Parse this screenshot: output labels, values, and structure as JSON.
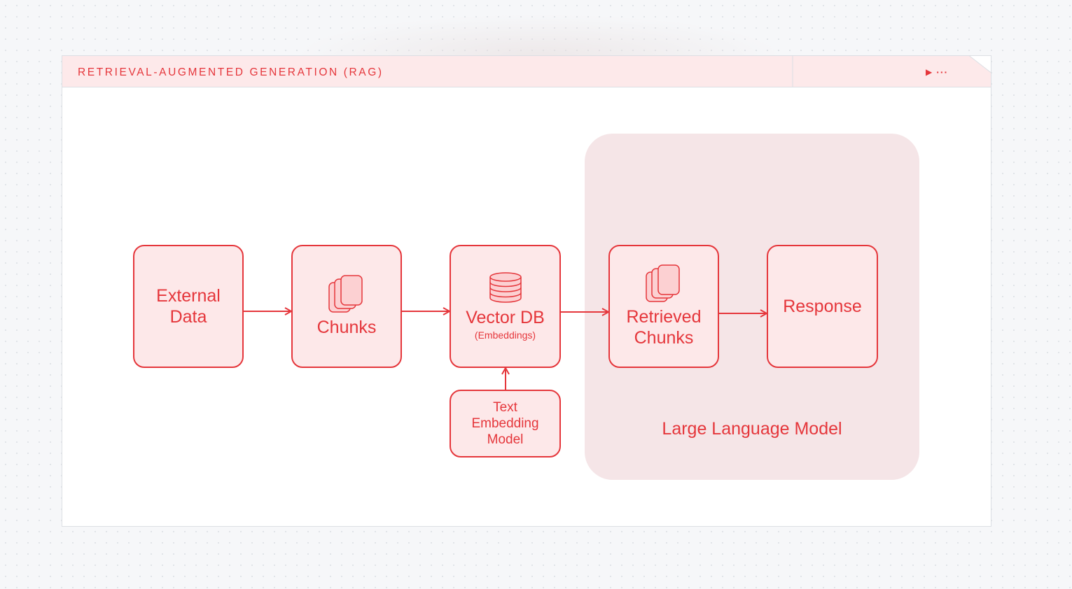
{
  "window": {
    "title": "RETRIEVAL-AUGMENTED GENERATION (RAG)",
    "controls": {
      "play_icon": "play-icon",
      "play_glyph": "▶",
      "more_icon": "more-icon",
      "more_glyph": "···"
    }
  },
  "colors": {
    "accent": "#e5363b",
    "node_fill": "#fde8e9",
    "group_fill": "#f5e5e7",
    "header_fill": "#fde9ea",
    "canvas": "#ffffff",
    "background": "#f6f7f9"
  },
  "diagram": {
    "nodes": {
      "external_data": {
        "label": "External\nData"
      },
      "chunks": {
        "label": "Chunks",
        "icon": "stacked-pages-icon"
      },
      "vector_db": {
        "label": "Vector DB",
        "sublabel": "(Embeddings)",
        "icon": "database-icon"
      },
      "text_embedding_model": {
        "label": "Text\nEmbedding\nModel"
      },
      "retrieved_chunks": {
        "label": "Retrieved\nChunks",
        "icon": "stacked-pages-icon"
      },
      "response": {
        "label": "Response"
      }
    },
    "group": {
      "label": "Large Language Model",
      "contains": [
        "Retrieved Chunks",
        "Response"
      ]
    },
    "edges": [
      {
        "from": "External Data",
        "to": "Chunks"
      },
      {
        "from": "Chunks",
        "to": "Vector DB"
      },
      {
        "from": "Vector DB",
        "to": "Retrieved Chunks"
      },
      {
        "from": "Retrieved Chunks",
        "to": "Response"
      },
      {
        "from": "Text Embedding Model",
        "to": "Vector DB"
      }
    ]
  }
}
